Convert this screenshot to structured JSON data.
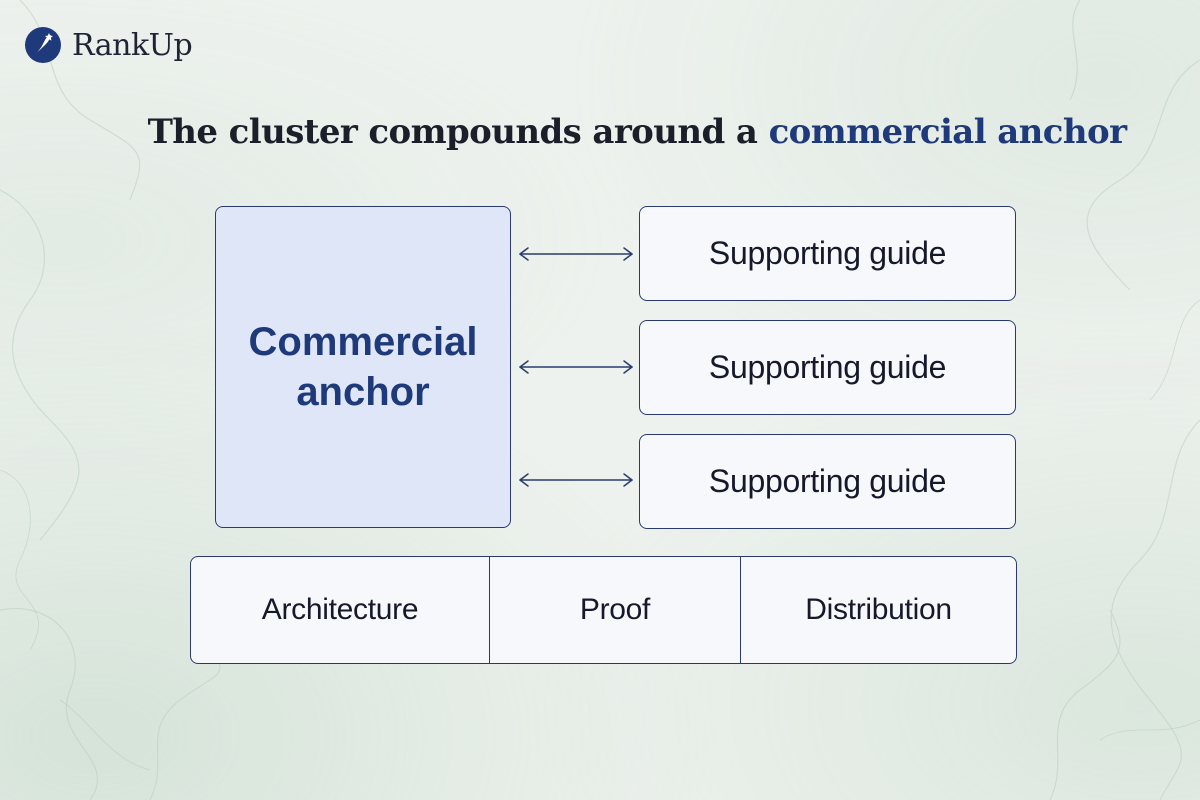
{
  "brand": {
    "name": "RankUp",
    "logo_icon": "shooting-star-circle-icon",
    "color": "#1f3a7a"
  },
  "headline": {
    "prefix": "The cluster compounds around a ",
    "accent": "commercial anchor",
    "accent_color": "#1f3a7a"
  },
  "anchor": {
    "line1": "Commercial",
    "line2": "anchor",
    "fill_color": "#dfe6f7"
  },
  "guides": [
    {
      "label": "Supporting guide"
    },
    {
      "label": "Supporting guide"
    },
    {
      "label": "Supporting guide"
    }
  ],
  "connector_icon": "double-headed-arrow-icon",
  "foundation": {
    "cells": [
      {
        "label": "Architecture"
      },
      {
        "label": "Proof"
      },
      {
        "label": "Distribution"
      }
    ]
  },
  "colors": {
    "outline": "#2b3a6e",
    "text": "#15192a",
    "background": "#eef2ee"
  }
}
